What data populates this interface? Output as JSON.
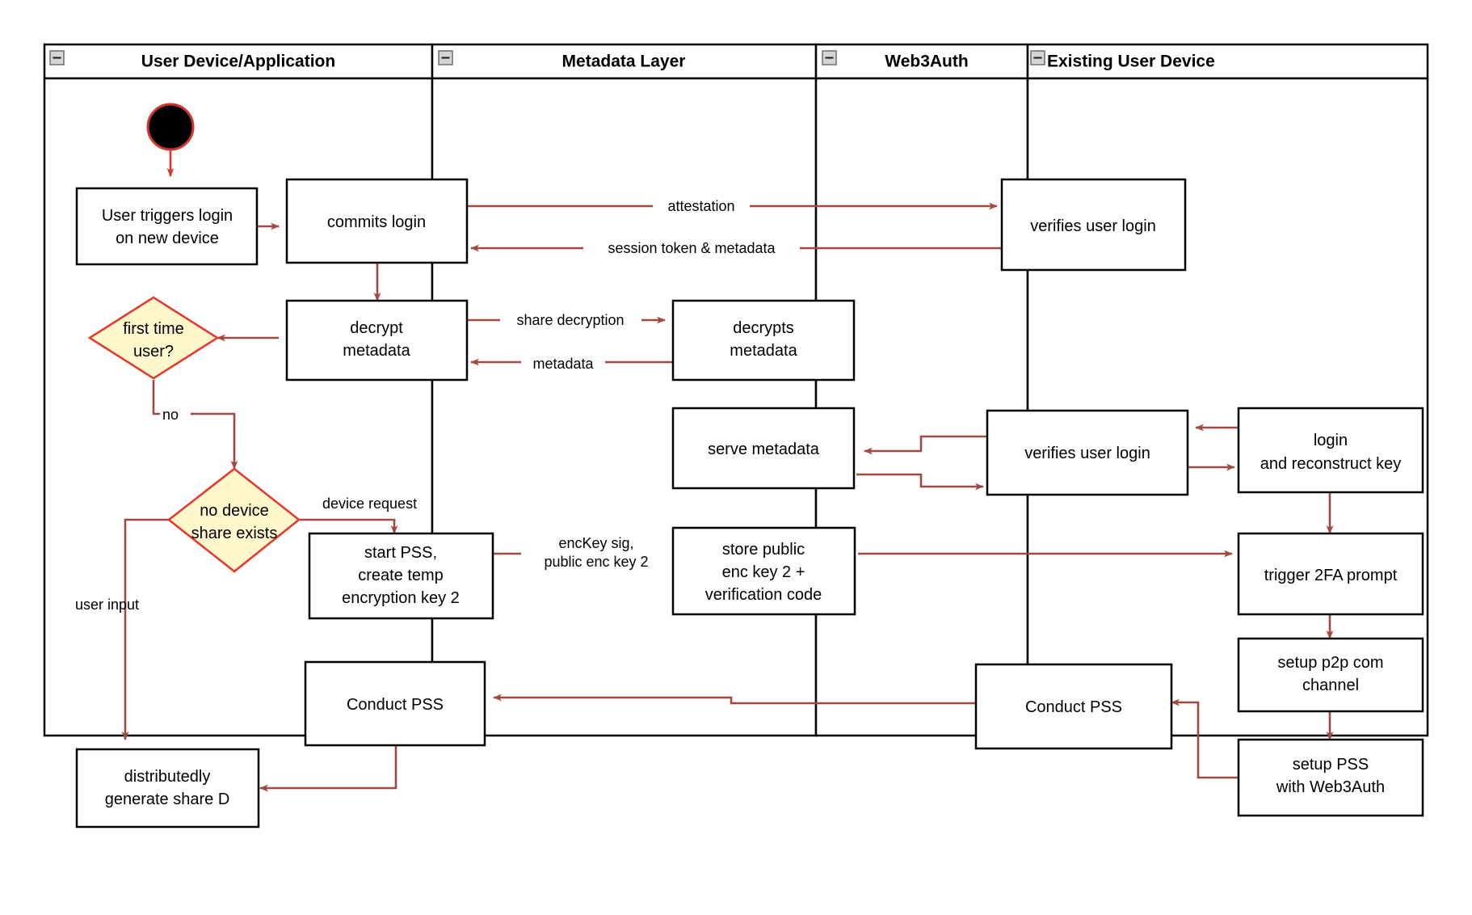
{
  "diagram": {
    "title": "Web3Auth new device login and PSS activity diagram",
    "type": "swimlane-activity-diagram",
    "colors": {
      "lane_border": "#000000",
      "node_border": "#000000",
      "node_fill": "#ffffff",
      "decision_fill": "#fff8cc",
      "decision_border": "#e8352a",
      "flow_arrow": "#a04a42",
      "start_node_fill": "#000000",
      "start_node_border": "#d6352b",
      "text": "#000000",
      "background": "#ffffff"
    },
    "lanes": [
      {
        "id": "lane-user-device",
        "label": "User Device/Application",
        "collapse_icon": "minus-collapse-icon"
      },
      {
        "id": "lane-metadata",
        "label": "Metadata Layer",
        "collapse_icon": "minus-collapse-icon"
      },
      {
        "id": "lane-web3auth",
        "label": "Web3Auth",
        "collapse_icon": "minus-collapse-icon"
      },
      {
        "id": "lane-existing-device",
        "label": "Existing User Device",
        "collapse_icon": "minus-collapse-icon"
      }
    ],
    "nodes": [
      {
        "id": "start",
        "lane": "lane-user-device",
        "shape": "start-circle",
        "label": ""
      },
      {
        "id": "user-triggers-login",
        "lane": "lane-user-device",
        "shape": "rect",
        "lines": [
          "User triggers login",
          "on new device"
        ]
      },
      {
        "id": "commits-login",
        "lane": "lane-user-device",
        "shape": "rect",
        "lines": [
          "commits login"
        ]
      },
      {
        "id": "decrypt-metadata",
        "lane": "lane-user-device",
        "shape": "rect",
        "lines": [
          "decrypt",
          "metadata"
        ]
      },
      {
        "id": "first-time-user",
        "lane": "lane-user-device",
        "shape": "diamond",
        "lines": [
          "first time",
          "user?"
        ]
      },
      {
        "id": "no-device-share-exists",
        "lane": "lane-user-device",
        "shape": "diamond",
        "lines": [
          "no device",
          "share exists"
        ]
      },
      {
        "id": "start-pss-create-temp-key",
        "lane": "lane-user-device",
        "shape": "rect",
        "lines": [
          "start PSS,",
          "create temp",
          "encryption key 2"
        ]
      },
      {
        "id": "conduct-pss-user",
        "lane": "lane-user-device",
        "shape": "rect",
        "lines": [
          "Conduct PSS"
        ]
      },
      {
        "id": "distributedly-generate-share-d",
        "lane": "lane-user-device",
        "shape": "rect",
        "lines": [
          "distributedly",
          "generate share D"
        ]
      },
      {
        "id": "decrypts-metadata",
        "lane": "lane-metadata",
        "shape": "rect",
        "lines": [
          "decrypts",
          "metadata"
        ]
      },
      {
        "id": "serve-metadata",
        "lane": "lane-metadata",
        "shape": "rect",
        "lines": [
          "serve metadata"
        ]
      },
      {
        "id": "store-public-enc-key",
        "lane": "lane-metadata",
        "shape": "rect",
        "lines": [
          "store public",
          "enc key 2 +",
          "verification code"
        ]
      },
      {
        "id": "verifies-user-login-top",
        "lane": "lane-web3auth",
        "shape": "rect",
        "lines": [
          "verifies user login"
        ]
      },
      {
        "id": "verifies-user-login-mid",
        "lane": "lane-web3auth",
        "shape": "rect",
        "lines": [
          "verifies user login"
        ]
      },
      {
        "id": "conduct-pss-web3auth",
        "lane": "lane-web3auth",
        "shape": "rect",
        "lines": [
          "Conduct PSS"
        ]
      },
      {
        "id": "login-and-reconstruct-key",
        "lane": "lane-existing-device",
        "shape": "rect",
        "lines": [
          "login",
          "and reconstruct key"
        ]
      },
      {
        "id": "trigger-2fa-prompt",
        "lane": "lane-existing-device",
        "shape": "rect",
        "lines": [
          "trigger 2FA prompt"
        ]
      },
      {
        "id": "setup-p2p-com-channel",
        "lane": "lane-existing-device",
        "shape": "rect",
        "lines": [
          "setup p2p com",
          "channel"
        ]
      },
      {
        "id": "setup-pss-with-web3auth",
        "lane": "lane-existing-device",
        "shape": "rect",
        "lines": [
          "setup PSS",
          "with Web3Auth"
        ]
      }
    ],
    "edges": [
      {
        "id": "edge-start-to-trigger",
        "from": "start",
        "to": "user-triggers-login",
        "label": ""
      },
      {
        "id": "edge-trigger-to-commits",
        "from": "user-triggers-login",
        "to": "commits-login",
        "label": ""
      },
      {
        "id": "edge-commits-to-verifies",
        "from": "commits-login",
        "to": "verifies-user-login-top",
        "label": "attestation"
      },
      {
        "id": "edge-verifies-to-commits",
        "from": "verifies-user-login-top",
        "to": "commits-login",
        "label": "session token & metadata"
      },
      {
        "id": "edge-commits-to-decrypt",
        "from": "commits-login",
        "to": "decrypt-metadata",
        "label": ""
      },
      {
        "id": "edge-decrypt-to-decrypts",
        "from": "decrypt-metadata",
        "to": "decrypts-metadata",
        "label": "share decryption"
      },
      {
        "id": "edge-decrypts-to-decrypt",
        "from": "decrypts-metadata",
        "to": "decrypt-metadata",
        "label": "metadata"
      },
      {
        "id": "edge-decrypt-to-firsttime",
        "from": "decrypt-metadata",
        "to": "first-time-user",
        "label": ""
      },
      {
        "id": "edge-firsttime-to-nodevice",
        "from": "first-time-user",
        "to": "no-device-share-exists",
        "label": "no"
      },
      {
        "id": "edge-nodevice-to-startpss",
        "from": "no-device-share-exists",
        "to": "start-pss-create-temp-key",
        "label": "device request"
      },
      {
        "id": "edge-nodevice-to-share-d",
        "from": "no-device-share-exists",
        "to": "distributedly-generate-share-d",
        "label": "user input"
      },
      {
        "id": "edge-startpss-to-store",
        "from": "start-pss-create-temp-key",
        "to": "store-public-enc-key",
        "label": "encKey sig,\npublic enc key 2"
      },
      {
        "id": "edge-store-to-trigger2fa",
        "from": "store-public-enc-key",
        "to": "trigger-2fa-prompt",
        "label": ""
      },
      {
        "id": "edge-existing-to-verifies-mid",
        "from": "login-and-reconstruct-key",
        "to": "verifies-user-login-mid",
        "label": ""
      },
      {
        "id": "edge-verifies-mid-to-existing",
        "from": "verifies-user-login-mid",
        "to": "login-and-reconstruct-key",
        "label": ""
      },
      {
        "id": "edge-verifies-mid-to-serve",
        "from": "verifies-user-login-mid",
        "to": "serve-metadata",
        "label": ""
      },
      {
        "id": "edge-serve-to-verifies-mid",
        "from": "serve-metadata",
        "to": "verifies-user-login-mid",
        "label": ""
      },
      {
        "id": "edge-login-to-trigger2fa",
        "from": "login-and-reconstruct-key",
        "to": "trigger-2fa-prompt",
        "label": ""
      },
      {
        "id": "edge-trigger2fa-to-p2p",
        "from": "trigger-2fa-prompt",
        "to": "setup-p2p-com-channel",
        "label": ""
      },
      {
        "id": "edge-p2p-to-setuppss",
        "from": "setup-p2p-com-channel",
        "to": "setup-pss-with-web3auth",
        "label": ""
      },
      {
        "id": "edge-setuppss-to-conductpss-web3auth",
        "from": "setup-pss-with-web3auth",
        "to": "conduct-pss-web3auth",
        "label": ""
      },
      {
        "id": "edge-conductpss-web3auth-to-user",
        "from": "conduct-pss-web3auth",
        "to": "conduct-pss-user",
        "label": ""
      },
      {
        "id": "edge-conductpss-user-to-share-d",
        "from": "conduct-pss-user",
        "to": "distributedly-generate-share-d",
        "label": ""
      }
    ],
    "edge_labels": {
      "attestation": "attestation",
      "session_token": "session token & metadata",
      "share_decryption": "share decryption",
      "metadata": "metadata",
      "no": "no",
      "device_request": "device request",
      "user_input": "user input",
      "enckey_sig_line1": "encKey sig,",
      "enckey_sig_line2": "public enc key 2"
    },
    "node_labels": {
      "user_triggers_login_l1": "User triggers login",
      "user_triggers_login_l2": "on new device",
      "commits_login": "commits login",
      "decrypt_l1": "decrypt",
      "decrypt_l2": "metadata",
      "first_time_l1": "first time",
      "first_time_l2": "user?",
      "no_device_l1": "no device",
      "no_device_l2": "share exists",
      "start_pss_l1": "start PSS,",
      "start_pss_l2": "create temp",
      "start_pss_l3": "encryption key 2",
      "conduct_pss_user": "Conduct PSS",
      "share_d_l1": "distributedly",
      "share_d_l2": "generate share D",
      "decrypts_l1": "decrypts",
      "decrypts_l2": "metadata",
      "serve_metadata": "serve metadata",
      "store_l1": "store public",
      "store_l2": "enc key 2 +",
      "store_l3": "verification code",
      "verifies_top": "verifies user login",
      "verifies_mid": "verifies user login",
      "conduct_pss_web3auth": "Conduct PSS",
      "login_l1": "login",
      "login_l2": "and reconstruct key",
      "trigger_2fa": "trigger 2FA prompt",
      "p2p_l1": "setup p2p com",
      "p2p_l2": "channel",
      "setup_pss_l1": "setup PSS",
      "setup_pss_l2": "with Web3Auth"
    }
  }
}
